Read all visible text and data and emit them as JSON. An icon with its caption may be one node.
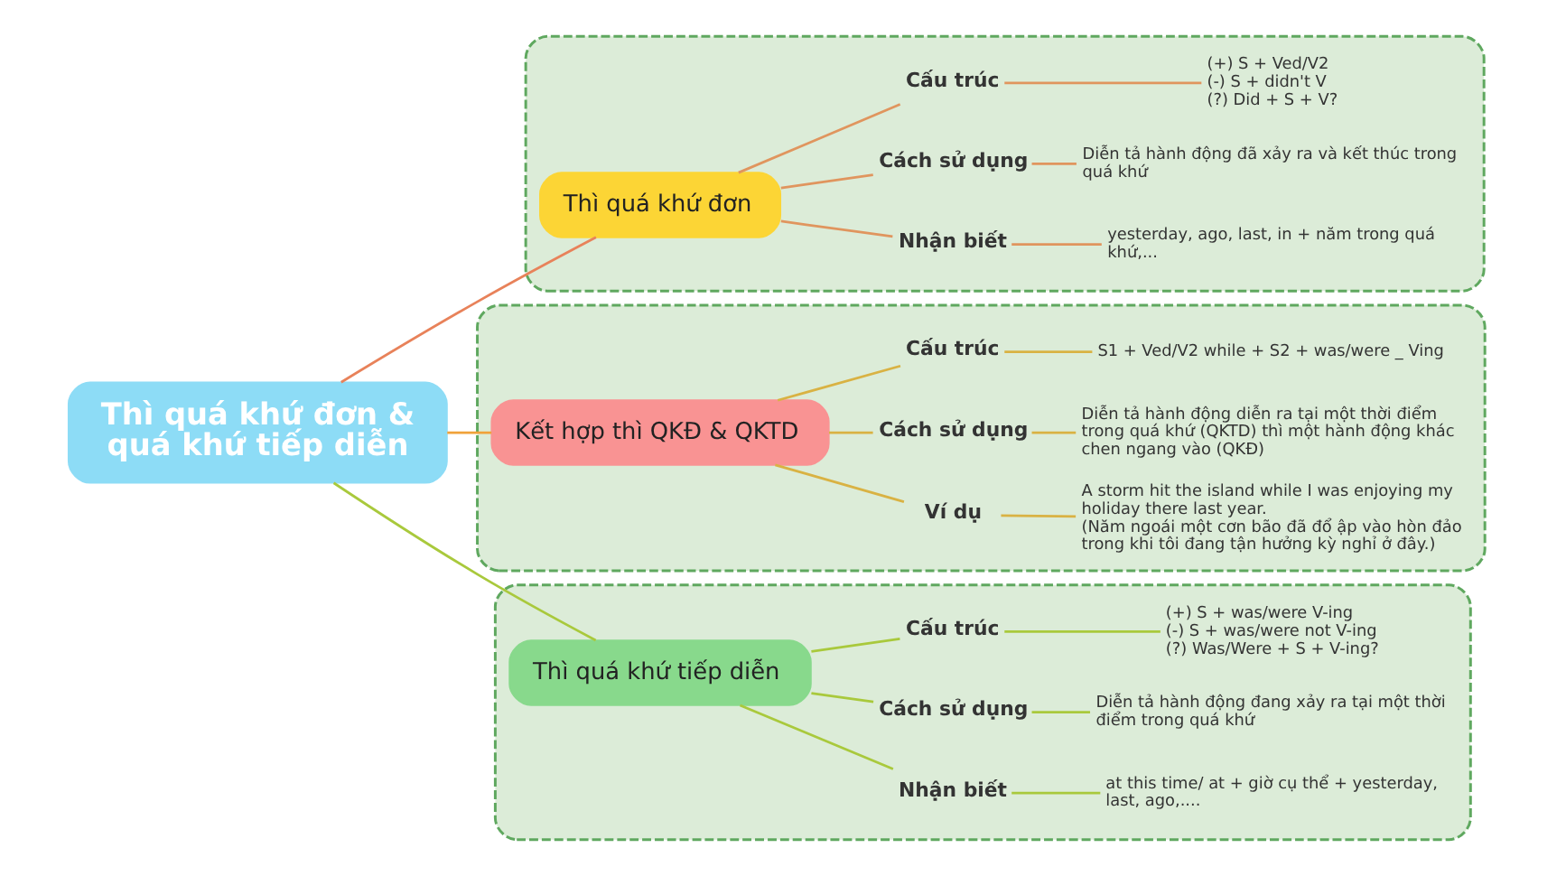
{
  "diagram": {
    "nodes": [
      {
        "text": [
          "Thì quá khứ đơn & quá khứ tiếp diễn"
        ]
      },
      {
        "text": [],
        "shape": "box"
      },
      {
        "text": [
          "Thì quá khứ đơn"
        ],
        "in": 1
      },
      {
        "text": [
          "Cấu trúc"
        ],
        "in": 1
      },
      {
        "text": [
          "(+) S + Ved/V2",
          "(-) S + didn't V",
          "(?) Did + S + V?"
        ],
        "in": 1
      },
      {
        "text": [
          "Cách sử dụng"
        ],
        "in": 1
      },
      {
        "text": [
          "Diễn tả hành động đã xảy ra và kết thúc trong quá khứ"
        ],
        "in": 1
      },
      {
        "text": [
          "Nhận biết"
        ],
        "in": 1
      },
      {
        "text": [
          "yesterday, ago, last, in + năm trong quá khứ,..."
        ],
        "in": 1
      },
      {
        "text": [],
        "shape": "box"
      },
      {
        "text": [
          "Kết hợp thì QKĐ & QKTD"
        ],
        "in": 9
      },
      {
        "text": [
          "Cấu trúc"
        ],
        "in": 9
      },
      {
        "text": [
          "S1 + Ved/V2 while + S2 + was/were _ Ving"
        ],
        "in": 9
      },
      {
        "text": [
          "Cách sử dụng"
        ],
        "in": 9
      },
      {
        "text": [
          "Diễn tả hành động diễn ra tại một thời điểm trong quá khứ (QKTD) thì một hành động khác chen ngang vào (QKĐ)"
        ],
        "in": 9
      },
      {
        "text": [
          "Ví dụ"
        ],
        "in": 9
      },
      {
        "text": [
          "A storm hit the island while I was enjoying my holiday there last year.",
          "(Năm ngoái một cơn bão đã đổ ập vào hòn đảo trong khi tôi đang tận hưởng kỳ nghỉ ở đây.)"
        ],
        "in": 9
      },
      {
        "text": [],
        "shape": "box"
      },
      {
        "text": [
          "Thì quá khứ tiếp diễn"
        ],
        "in": 17
      },
      {
        "text": [
          "Cấu trúc"
        ],
        "in": 17
      },
      {
        "text": [
          "(+) S + was/were V-ing",
          "(-) S + was/were not V-ing",
          "(?) Was/Were + S + V-ing?"
        ],
        "in": 17
      },
      {
        "text": [
          "Cách sử dụng"
        ],
        "in": 17
      },
      {
        "text": [
          "Diễn tả hành động đang xảy ra tại một thời điểm trong quá khứ"
        ],
        "in": 17
      },
      {
        "text": [
          "Nhận biết"
        ],
        "in": 17
      },
      {
        "text": [
          "at this time/ at + giờ cụ thể + yesterday, last, ago,...."
        ],
        "in": 17
      }
    ],
    "edges": [
      {
        "from": 0,
        "to": 2,
        "arrow": "none",
        "color": "#e8825a"
      },
      {
        "from": 0,
        "to": 10,
        "arrow": "none",
        "color": "#f0a23a"
      },
      {
        "from": 0,
        "to": 18,
        "arrow": "none",
        "color": "#a9c93c"
      },
      {
        "from": 2,
        "to": 3,
        "arrow": "none",
        "color": "#e0955e"
      },
      {
        "from": 3,
        "to": 4,
        "arrow": "none",
        "color": "#e0955e"
      },
      {
        "from": 2,
        "to": 5,
        "arrow": "none",
        "color": "#e0955e"
      },
      {
        "from": 5,
        "to": 6,
        "arrow": "none",
        "color": "#e0955e"
      },
      {
        "from": 2,
        "to": 7,
        "arrow": "none",
        "color": "#e0955e"
      },
      {
        "from": 7,
        "to": 8,
        "arrow": "none",
        "color": "#e0955e"
      },
      {
        "from": 10,
        "to": 11,
        "arrow": "none",
        "color": "#d9b243"
      },
      {
        "from": 11,
        "to": 12,
        "arrow": "none",
        "color": "#d9b243"
      },
      {
        "from": 10,
        "to": 13,
        "arrow": "none",
        "color": "#d9b243"
      },
      {
        "from": 13,
        "to": 14,
        "arrow": "none",
        "color": "#d9b243"
      },
      {
        "from": 10,
        "to": 15,
        "arrow": "none",
        "color": "#d9b243"
      },
      {
        "from": 15,
        "to": 16,
        "arrow": "none",
        "color": "#d9b243"
      },
      {
        "from": 18,
        "to": 19,
        "arrow": "none",
        "color": "#a9c93c"
      },
      {
        "from": 19,
        "to": 20,
        "arrow": "none",
        "color": "#a9c93c"
      },
      {
        "from": 18,
        "to": 21,
        "arrow": "none",
        "color": "#a9c93c"
      },
      {
        "from": 21,
        "to": 22,
        "arrow": "none",
        "color": "#a9c93c"
      },
      {
        "from": 18,
        "to": 23,
        "arrow": "none",
        "color": "#a9c93c"
      },
      {
        "from": 23,
        "to": 24,
        "arrow": "none",
        "color": "#a9c93c"
      }
    ]
  }
}
